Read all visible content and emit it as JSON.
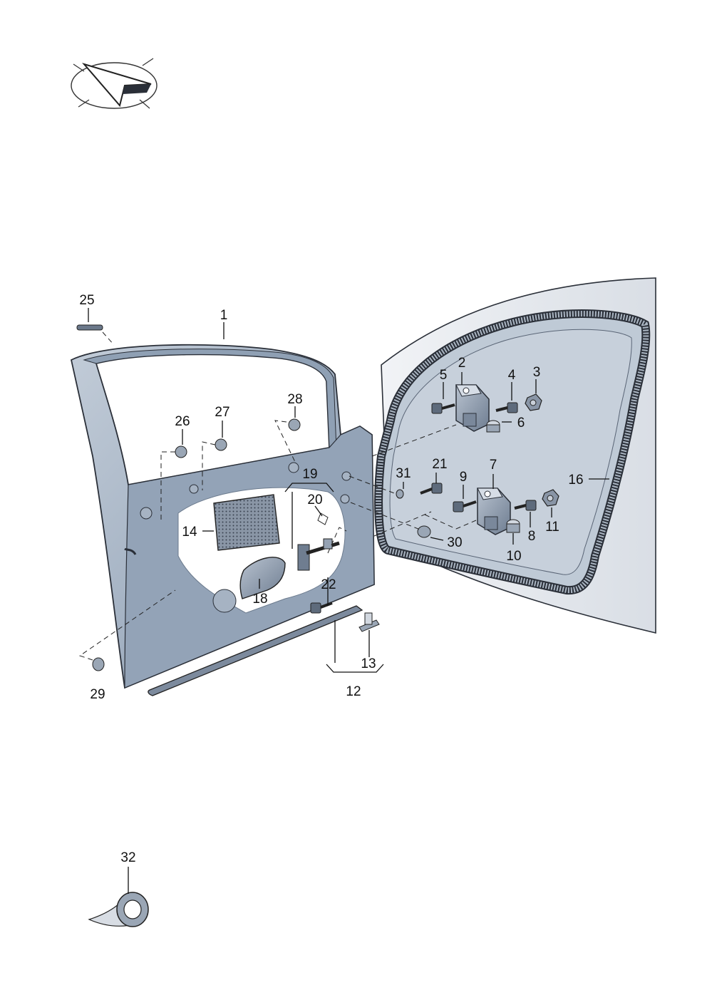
{
  "colors": {
    "panel": "#a9b6c6",
    "panel_dark": "#7f8ea2",
    "panel_light": "#d3dae3",
    "seal": "#c9cfd8",
    "metal": "#8a97a8",
    "outline": "#2a2f38"
  },
  "icons": {
    "orientation": "direction-arrow-icon",
    "tape": "tape-roll-icon"
  },
  "callouts": [
    {
      "id": "c1",
      "text": "1"
    },
    {
      "id": "c2",
      "text": "2"
    },
    {
      "id": "c3",
      "text": "3"
    },
    {
      "id": "c4",
      "text": "4"
    },
    {
      "id": "c5",
      "text": "5"
    },
    {
      "id": "c6",
      "text": "6"
    },
    {
      "id": "c7",
      "text": "7"
    },
    {
      "id": "c8",
      "text": "8"
    },
    {
      "id": "c9",
      "text": "9"
    },
    {
      "id": "c10",
      "text": "10"
    },
    {
      "id": "c11",
      "text": "11"
    },
    {
      "id": "c12",
      "text": "12"
    },
    {
      "id": "c13",
      "text": "13"
    },
    {
      "id": "c14",
      "text": "14"
    },
    {
      "id": "c16",
      "text": "16"
    },
    {
      "id": "c18",
      "text": "18"
    },
    {
      "id": "c19",
      "text": "19"
    },
    {
      "id": "c20",
      "text": "20"
    },
    {
      "id": "c21",
      "text": "21"
    },
    {
      "id": "c22",
      "text": "22"
    },
    {
      "id": "c25",
      "text": "25"
    },
    {
      "id": "c26",
      "text": "26"
    },
    {
      "id": "c27",
      "text": "27"
    },
    {
      "id": "c28",
      "text": "28"
    },
    {
      "id": "c29",
      "text": "29"
    },
    {
      "id": "c30",
      "text": "30"
    },
    {
      "id": "c31",
      "text": "31"
    },
    {
      "id": "c32",
      "text": "32"
    }
  ]
}
